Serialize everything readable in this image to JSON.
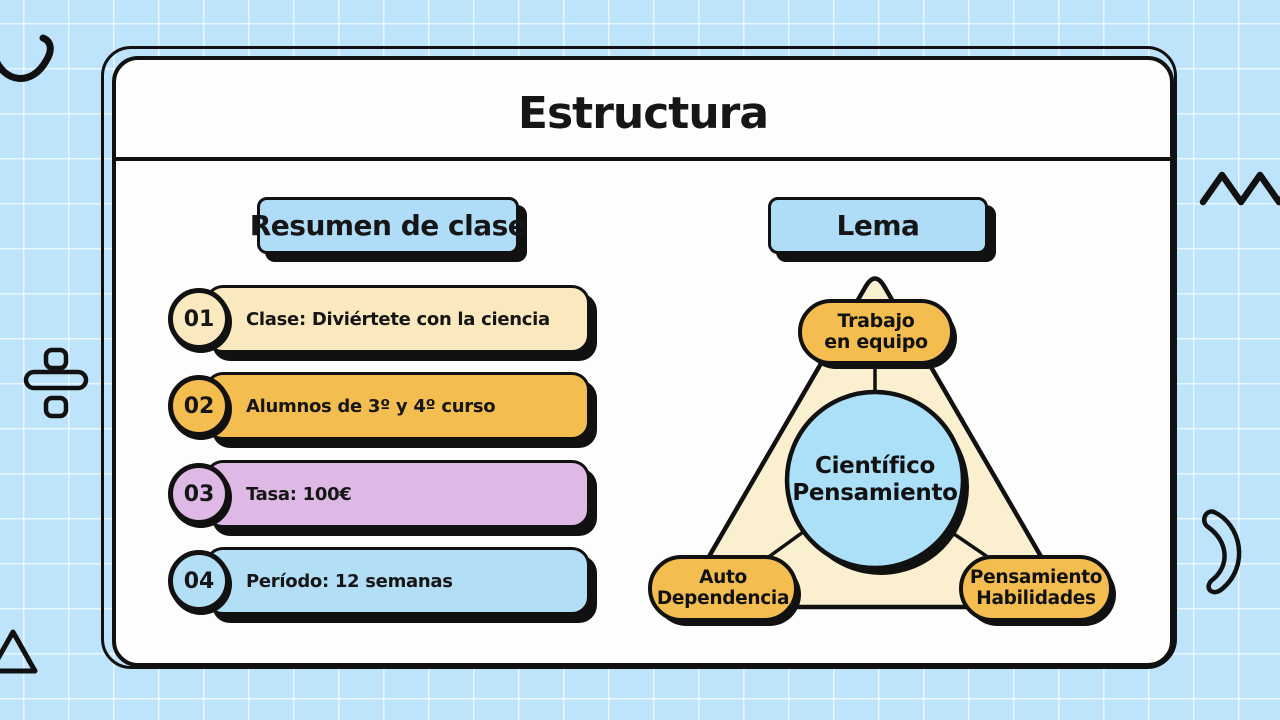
{
  "slide": {
    "title": "Estructura",
    "left_panel": {
      "header": "Resumen de clase",
      "items": [
        {
          "number": "01",
          "text": "Clase: Diviértete con la ciencia"
        },
        {
          "number": "02",
          "text": "Alumnos de 3º y 4º curso"
        },
        {
          "number": "03",
          "text": "Tasa: 100€"
        },
        {
          "number": "04",
          "text": "Período: 12 semanas"
        }
      ]
    },
    "right_panel": {
      "header": "Lema",
      "diagram": {
        "top_node": {
          "line1": "Trabajo",
          "line2": "en equipo"
        },
        "center_node": {
          "line1": "Científico",
          "line2": "Pensamiento"
        },
        "bottom_left_node": {
          "line1": "Auto",
          "line2": "Dependencia"
        },
        "bottom_right_node": {
          "line1": "Pensamiento",
          "line2": "Habilidades"
        }
      }
    },
    "decorations": [
      "crescent-icon",
      "zigzag-icon",
      "division-icon",
      "moon-crescent-icon",
      "triangle-outline-icon"
    ]
  },
  "colors": {
    "background": "#BEE4FB",
    "card": "#FDFDFD",
    "ink": "#111111",
    "header_fill": "#AFDCF7",
    "item_cream": "#FAE9BE",
    "item_orange": "#F3BD50",
    "item_purple": "#DEB9E5",
    "item_blue": "#B2DFF6",
    "triangle_fill": "#FAF0D0",
    "pill_fill": "#F3BD50",
    "circle_fill": "#ACDFF8"
  }
}
